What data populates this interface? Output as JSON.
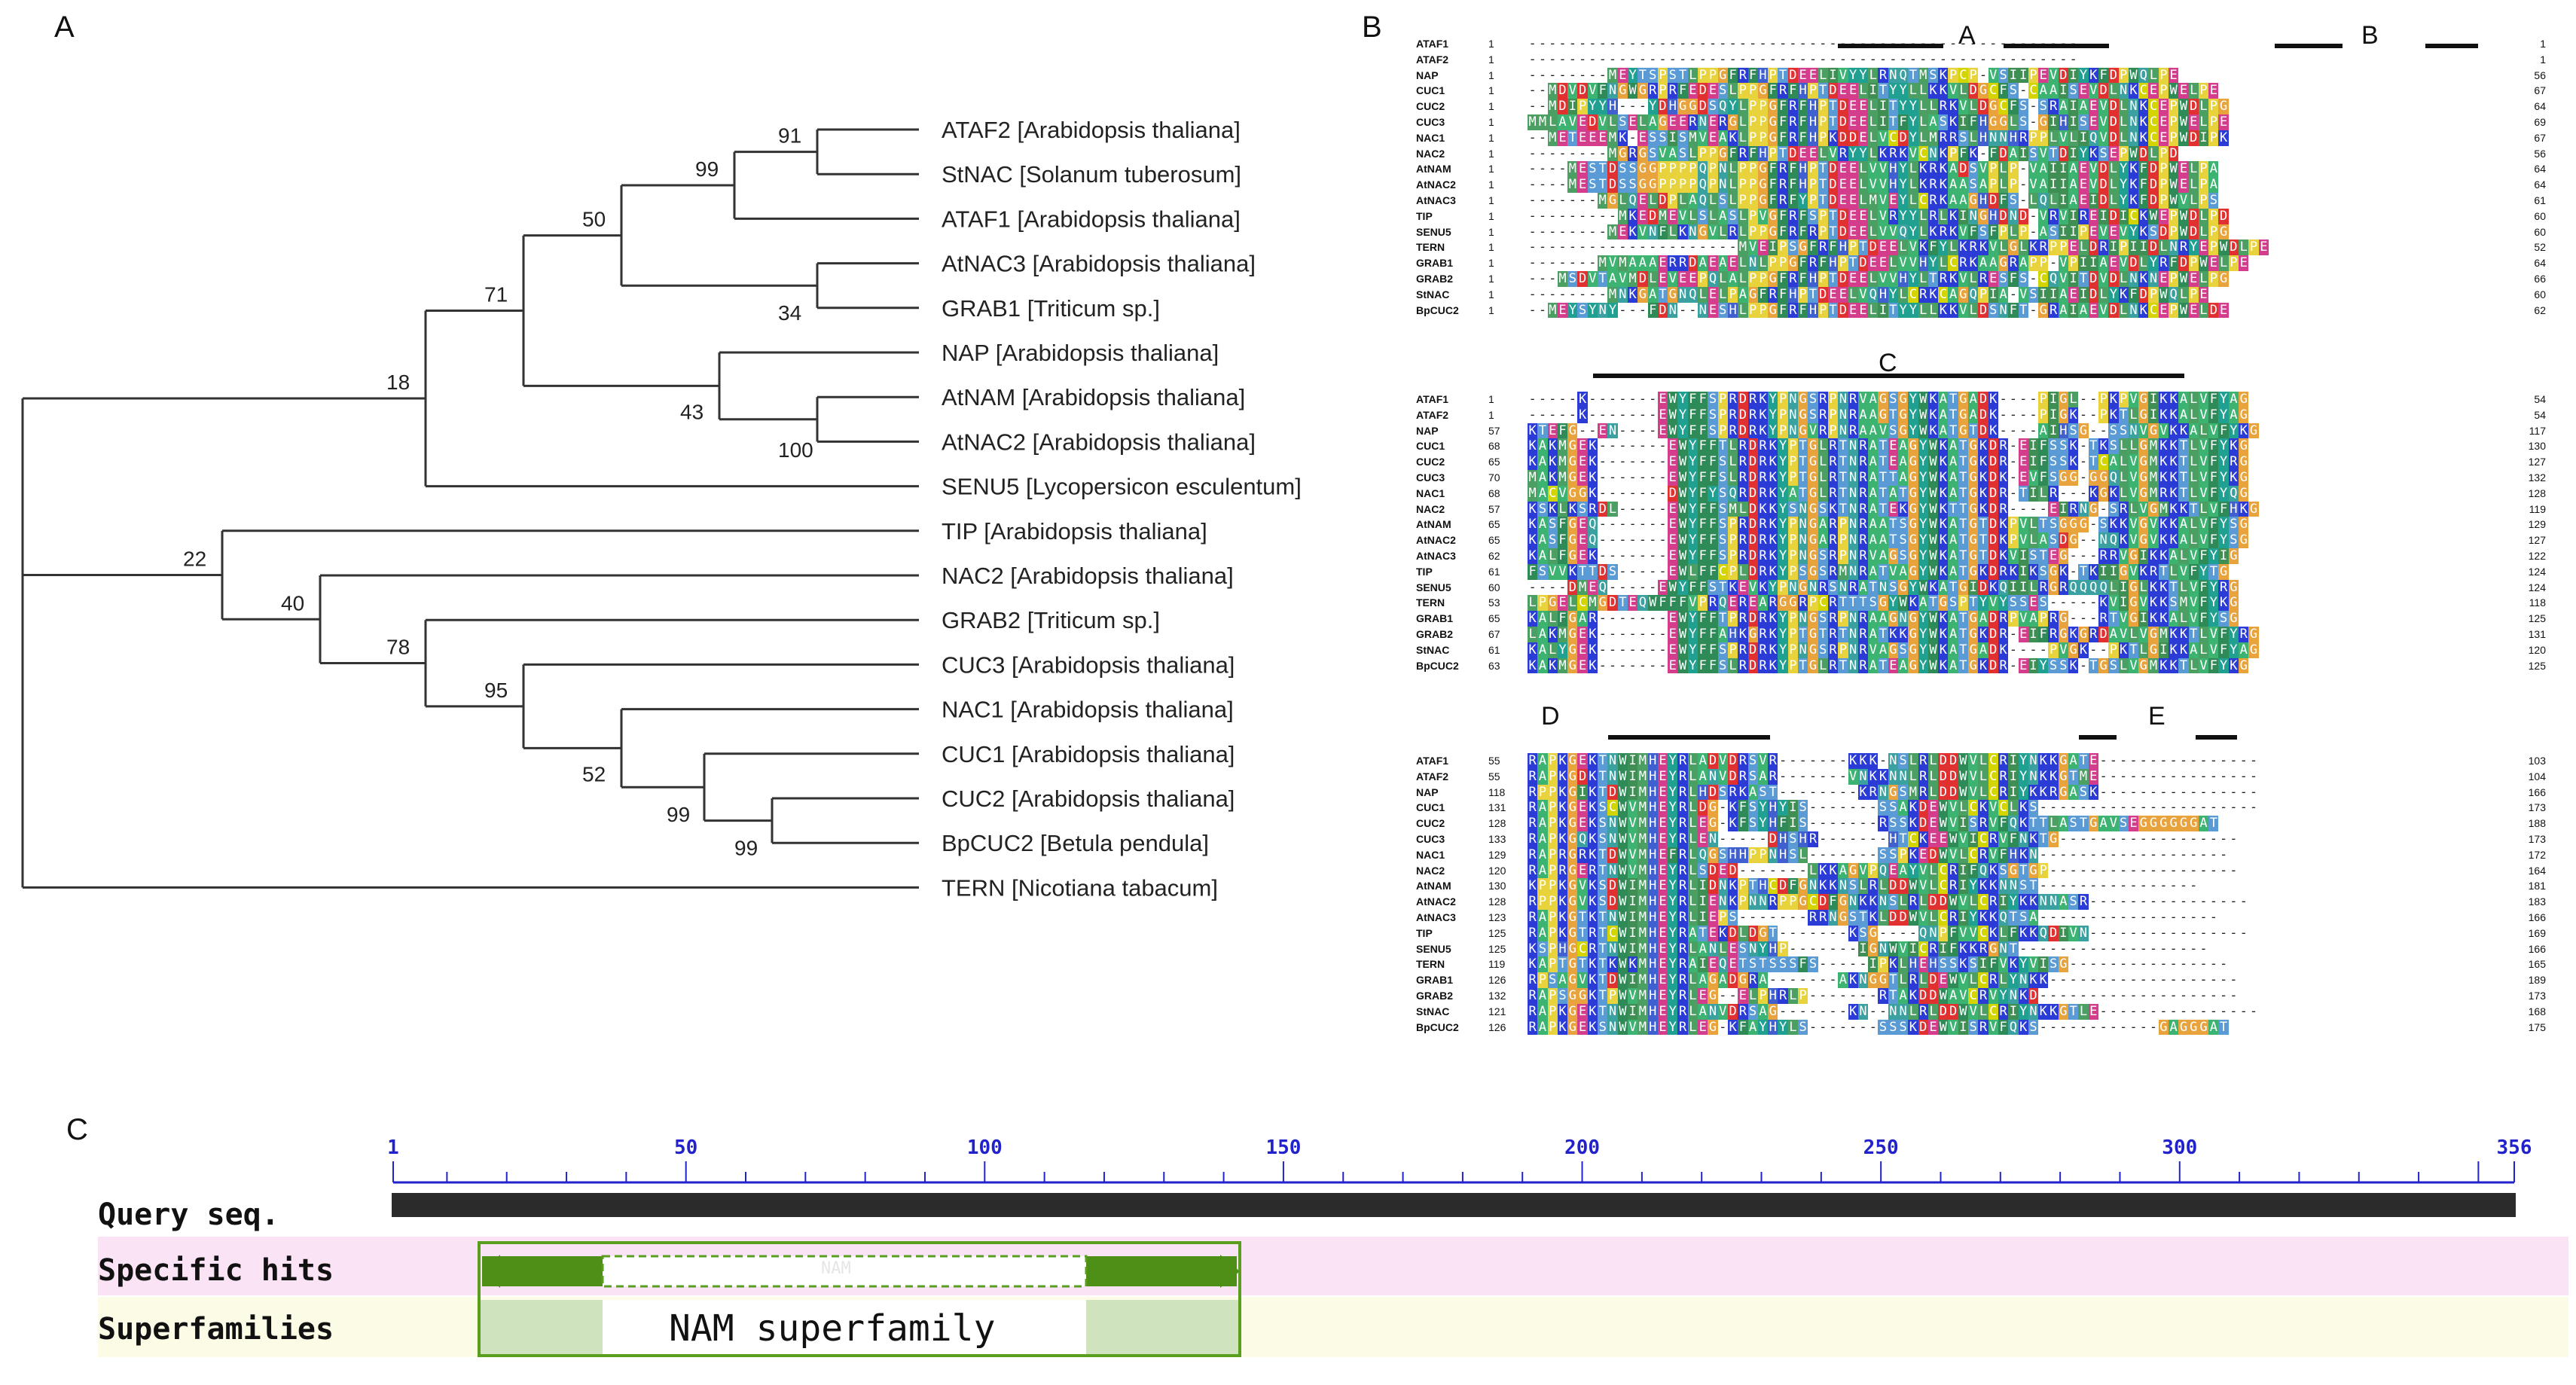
{
  "panels": {
    "a": "A",
    "b": "B",
    "c": "C"
  },
  "tree": {
    "leaves": [
      {
        "name": "ATAF2 [Arabidopsis thaliana]"
      },
      {
        "name": "StNAC [Solanum tuberosum]"
      },
      {
        "name": "ATAF1 [Arabidopsis thaliana]"
      },
      {
        "name": "AtNAC3 [Arabidopsis thaliana]"
      },
      {
        "name": "GRAB1 [Triticum sp.]"
      },
      {
        "name": "NAP [Arabidopsis thaliana]"
      },
      {
        "name": "AtNAM [Arabidopsis thaliana]"
      },
      {
        "name": "AtNAC2 [Arabidopsis thaliana]"
      },
      {
        "name": "SENU5 [Lycopersicon esculentum]"
      },
      {
        "name": "TIP [Arabidopsis thaliana]"
      },
      {
        "name": "NAC2 [Arabidopsis thaliana]"
      },
      {
        "name": "GRAB2 [Triticum sp.]"
      },
      {
        "name": "CUC3 [Arabidopsis thaliana]"
      },
      {
        "name": "NAC1 [Arabidopsis thaliana]"
      },
      {
        "name": "CUC1 [Arabidopsis thaliana]"
      },
      {
        "name": "CUC2 [Arabidopsis thaliana]"
      },
      {
        "name": "BpCUC2 [Betula pendula]"
      },
      {
        "name": "TERN [Nicotiana tabacum]"
      }
    ],
    "bootstraps": [
      "91",
      "99",
      "50",
      "34",
      "71",
      "18",
      "43",
      "100",
      "22",
      "40",
      "78",
      "95",
      "52",
      "99",
      "99"
    ]
  },
  "alignment": {
    "motif_labels": [
      "A",
      "B",
      "C",
      "D",
      "E"
    ],
    "blocks": [
      {
        "rows": [
          {
            "name": "ATAF1",
            "start": "1",
            "seq": "-------------------------------------------------------",
            "end": "1"
          },
          {
            "name": "ATAF2",
            "start": "1",
            "seq": "-------------------------------------------------------",
            "end": "1"
          },
          {
            "name": "NAP",
            "start": "1",
            "seq": "--------MEYTSPSTLPPGFRFHPTDEELIVYYLRNQTMSKPCP-VSIIPEVDIYKFDPWQLPE",
            "end": "56"
          },
          {
            "name": "CUC1",
            "start": "1",
            "seq": "--MDVDVFNGWGRPRFEDESLPPGFRFHPTDEELITYYLLKKVLDGCFS-CAAISEVDLNKCEPWELPE",
            "end": "67"
          },
          {
            "name": "CUC2",
            "start": "1",
            "seq": "--MDIPYYH---YDHGGDSQYLPPGFRFHPTDEELITYYLLRKVLDGCFS-SRAIAEVDLNKCEPWDLPG",
            "end": "64"
          },
          {
            "name": "CUC3",
            "start": "1",
            "seq": "MMLAVEDVLSELAGEERNERGLPPGFRFHPTDEELITFYLASKIFHGGLS-GIHISEVDLNKCEPWELPE",
            "end": "69"
          },
          {
            "name": "NAC1",
            "start": "1",
            "seq": "--METEEEMK-ESSISMVEAKLPPGFRFHPKDDELVCDYLMRRSLHNNHRPPLVLIQVDLNKCEPWDIPK",
            "end": "67"
          },
          {
            "name": "NAC2",
            "start": "1",
            "seq": "--------MGRGSVASLPPGFRFHPTDEELVRYYLKRKVCNKPFK-FDAISVTDIYKSEPWDLPD",
            "end": "56"
          },
          {
            "name": "AtNAM",
            "start": "1",
            "seq": "----MESTDSSGGPPPPQPNLPPGFRFHPTDEELVVHYLKRKADSVPLP-VAIIAEVDLYKFDPWELPA",
            "end": "64"
          },
          {
            "name": "AtNAC2",
            "start": "1",
            "seq": "----MESTDSSGGPPPPQPNLPPGFRFHPTDEELVVHYLKRKAASAPLP-VAIIAEVDLYKFDPWELPA",
            "end": "64"
          },
          {
            "name": "AtNAC3",
            "start": "1",
            "seq": "-------MGLQELDPLAQLSLPPGFRFYPTDEELMVEYLCRKAAGHDFS-LQLIAEIDLYKFDPWVLPS",
            "end": "61"
          },
          {
            "name": "TIP",
            "start": "1",
            "seq": "---------MKEDMEVLSLASLPVGFRFSPTDEELVRYYLRLKINGHDND-VRVIREIDICKWEPWDLPD",
            "end": "60"
          },
          {
            "name": "SENU5",
            "start": "1",
            "seq": "--------MEKVNFLKNGVLRLPPGFRFRPTDEELVVQYLKRKVFSFPLP-ASIIPEVEVYKSDPWDLPG",
            "end": "60"
          },
          {
            "name": "TERN",
            "start": "1",
            "seq": "---------------------MVEIPSGFRFHPTDEELVKFYLKRKVLGLKRPPELDRIPIIDLNRYEPWDLPE",
            "end": "52"
          },
          {
            "name": "GRAB1",
            "start": "1",
            "seq": "-------MVMAAAERRDAEAELNLPPGFRFHPTDEELVVHYLCRKAAGRAPP-VPIIAEVDLYRFDPWELPE",
            "end": "64"
          },
          {
            "name": "GRAB2",
            "start": "1",
            "seq": "---MSDVTAVMDLEVEEPQLALPPGFRFHPTDEELVVHYLTRKVLRESFS-CQVITDVDLNKNEPWELPG",
            "end": "66"
          },
          {
            "name": "StNAC",
            "start": "1",
            "seq": "--------MNKGATGNQLELPAGFRFHPTDEELVQHYLCRKCAGQPIA-VSIIAEIDLYKFDPWQLPE",
            "end": "60"
          },
          {
            "name": "BpCUC2",
            "start": "1",
            "seq": "--MEYSYNY---FDN--NESHLPPGFRFHPTDEELITYYLLKKVLDSNFT-GRAIAEVDLNKCEPWELDE",
            "end": "62"
          }
        ]
      },
      {
        "rows": [
          {
            "name": "ATAF1",
            "start": "1",
            "seq": "-----K-------EWYFFSPRDRKYPNGSRPNRVAGSGYWKATGADK----PIGL--PKPVGIKKALVFYAG",
            "end": "54"
          },
          {
            "name": "ATAF2",
            "start": "1",
            "seq": "-----K-------EWYFFSPRDRKYPNGSRPNRAAGTGYWKATGADK----PIGK--PKTLGIKKALVFYAG",
            "end": "54"
          },
          {
            "name": "NAP",
            "start": "57",
            "seq": "KTEFG--EN----EWYFFSPRDRKYPNGVRPNRAAVSGYWKATGTDK----AIHSG--SSNVGVKKALVFYKG",
            "end": "117"
          },
          {
            "name": "CUC1",
            "start": "68",
            "seq": "KAKMGEK-------EWYFFTLRDRKYPTGLRTNRATEAGYWKATGKDR-EIFSSK-TKSLLGMKKTLVFYKG",
            "end": "130"
          },
          {
            "name": "CUC2",
            "start": "65",
            "seq": "KAKMGEK-------EWYFFSLRDRKYPTGLRTNRATEAGYWKATGKDR-EIFSSK-TCALVGMKKTLVFYRG",
            "end": "127"
          },
          {
            "name": "CUC3",
            "start": "70",
            "seq": "MAKMGEK-------EWYFFSLRDRKYPTGLRTNRATTAGYWKATGKDK-EVFSGG-GGQLVGMKKTLVFYKG",
            "end": "132"
          },
          {
            "name": "NAC1",
            "start": "68",
            "seq": "MACVGGK-------DWYFYSQRDRKYATGLRTNRATATGYWKATGKDR-TILR---KGKLVGMRKTLVFYQG",
            "end": "128"
          },
          {
            "name": "NAC2",
            "start": "57",
            "seq": "KSKLKSRDL-----EWYFFSMLDKKYSNGSKTNRATEKGYWKTTGKDR----EIRNG-SRLVGMKKTLVFHKG",
            "end": "119"
          },
          {
            "name": "AtNAM",
            "start": "65",
            "seq": "KASFGEQ-------EWYFFSPRDRKYPNGARPNRAATSGYWKATGTDKPVLTSGGG-SKKVGVKKALVFYSG",
            "end": "129"
          },
          {
            "name": "AtNAC2",
            "start": "65",
            "seq": "KASFGEQ-------EWYFFSPRDRKYPNGARPNRAATSGYWKATGTDKPVLASDG--NQKVGVKKALVFYSG",
            "end": "127"
          },
          {
            "name": "AtNAC3",
            "start": "62",
            "seq": "KALFGEK-------EWYFFSPRDRKYPNGSRPNRVAGSGYWKATGTDKVISTEG---RRVGIKKALVFYIG",
            "end": "122"
          },
          {
            "name": "TIP",
            "start": "61",
            "seq": "FSVVKTTDS-----EWLFFCPLDRKYPSGSRMNRATVAGYWKATGKDRKIKSGK-TKIIGVKRTLVFYTG",
            "end": "124"
          },
          {
            "name": "SENU5",
            "start": "60",
            "seq": "----DMEQ-----EWYFFSTKEVKYPNGNRSNRATNSGYWKATGIDKQIILRGRQQQQLIGLKKTLVFYRG",
            "end": "124"
          },
          {
            "name": "TERN",
            "start": "53",
            "seq": "LPGELCMGDTEQWFFFVPRQEREARGGRPCRTTTSGYWKATGSPTYVYSSES-----KVIGVKKSMVFYKG",
            "end": "118"
          },
          {
            "name": "GRAB1",
            "start": "65",
            "seq": "KALFGAR-------EWYFFTPRDRKYPNGSRPNRAAGNGYWKATGADRPVAPRG---RTVGIKKALVFYSG",
            "end": "125"
          },
          {
            "name": "GRAB2",
            "start": "67",
            "seq": "LAKMGEK-------EWYFFAHKGRKYPTGTRTNRATKKGYWKATGKDR-EIFRGKGRDAVLVGMKKTLVFYRG",
            "end": "131"
          },
          {
            "name": "StNAC",
            "start": "61",
            "seq": "KALYGEK-------EWYFFSPRDRKYPNGSRPNRVAGSGYWKATGADK----PVGK--PKTLGIKKALVFYAG",
            "end": "120"
          },
          {
            "name": "BpCUC2",
            "start": "63",
            "seq": "KAKMGEK-------EWYFFSLRDRKYPTGLRTNRATEAGYWKATGKDR-EIYSSK-TGSLVGMKKTLVFYKG",
            "end": "125"
          }
        ]
      },
      {
        "rows": [
          {
            "name": "ATAF1",
            "start": "55",
            "seq": "RAPKGEKTNWIMHEYRLADVDRSVR-------KKK-NSLRLDDWVLCRIYNKKGATE----------------",
            "end": "103"
          },
          {
            "name": "ATAF2",
            "start": "55",
            "seq": "RAPKGDKTNWIMHEYRLANVDRSAR-------VNKKNNLRLDDWVLCRIYNKKGTME----------------",
            "end": "104"
          },
          {
            "name": "NAP",
            "start": "118",
            "seq": "RPPKGIKTDWIMHEYRLHDSRKAST--------KRNGSMRLDDWVLCRIYKKRGASK----------------",
            "end": "166"
          },
          {
            "name": "CUC1",
            "start": "131",
            "seq": "RAPKGEKSCWVMHEYRLDG-KFSYHYIS-------SSAKDEWVLCKVCLKS----------------------",
            "end": "173"
          },
          {
            "name": "CUC2",
            "start": "128",
            "seq": "RAPKGEKSNWVMHEYRLEG-KFSYHFIS-------RSSKDEWVISRVFQKTTLASTGAVSEGGGGGGAT",
            "end": "188"
          },
          {
            "name": "CUC3",
            "start": "133",
            "seq": "RAPKGQKSNWVMHEYRLEN-----DHSHR-------HTCKEEWVICRVFNKTG------------------",
            "end": "173"
          },
          {
            "name": "NAC1",
            "start": "129",
            "seq": "RAPRGRKTDWVMHEFRLQGSHHPPNHSL-------SSPKEDWVLCRVFHKN-------------------",
            "end": "172"
          },
          {
            "name": "NAC2",
            "start": "120",
            "seq": "RAPRGERTNWVMHEYRLSDED-------LKKAGVPQEAYVLCRIFQKSGTGP-------------------",
            "end": "164"
          },
          {
            "name": "AtNAM",
            "start": "130",
            "seq": "KPPKGVKSDWIMHEYRLIDNKPTHCDFGNKKNSLRLDDWVLCRIYKKNNST----------------",
            "end": "181"
          },
          {
            "name": "AtNAC2",
            "start": "128",
            "seq": "RPPKGVKSDWIMHEYRLIENKPNNRPPGCDFGNKKNSLRLDDWVLCRIYKKNNASR----------------",
            "end": "183"
          },
          {
            "name": "AtNAC3",
            "start": "123",
            "seq": "RAPKGTKTNWIMHEYRLIEPS-------RRNGSTKLDDWVLCRIYKKQTSA------------------",
            "end": "166"
          },
          {
            "name": "TIP",
            "start": "125",
            "seq": "RAPKGTRTCWIMHEYRATEKDLDGT-------KSG----QNPFVVCKLFKKQDIVN----------------",
            "end": "169"
          },
          {
            "name": "SENU5",
            "start": "125",
            "seq": "KSPHGCRTNWIMHEYRLANLESNYHP-------IGNWVICRIFKKRGNT-------------------",
            "end": "166"
          },
          {
            "name": "TERN",
            "start": "119",
            "seq": "KAPTGTKTKWKMHEYRAIEQETSTSSSFS-----IPKLHEHSSKSIFVKYVISG----------------",
            "end": "165"
          },
          {
            "name": "GRAB1",
            "start": "126",
            "seq": "RPSAGVKTDWIMHEYRLAGADGRA-------AKNGGTLRLDEWVLCRLYNKK-------------------",
            "end": "189"
          },
          {
            "name": "GRAB2",
            "start": "132",
            "seq": "RAPSGGKTPWVMHEYRLEG--ELPHRLP-------RTAKDDWAVCRVYNKD--------------------",
            "end": "173"
          },
          {
            "name": "StNAC",
            "start": "121",
            "seq": "RAPKGEKTNWIMHEYRLANVDRSAG-------KN--NNLRLDDWVLCRIYNKKGTLE----------------",
            "end": "168"
          },
          {
            "name": "BpCUC2",
            "start": "126",
            "seq": "RAPKGEKSNWVMHEYRLEG-KFAYHYLS-------SSSKDEWVISRVFQKS------------GAGGGAT",
            "end": "175"
          }
        ]
      }
    ]
  },
  "domain_graphic": {
    "ruler_ticks": [
      "1",
      "50",
      "100",
      "150",
      "200",
      "250",
      "300",
      "356"
    ],
    "row_labels": [
      "Query seq.",
      "Specific hits",
      "Superfamilies"
    ],
    "specific_hit_label": "NAM",
    "superfamily_label": "NAM superfamily"
  },
  "colors": {
    "A": "#3cb371",
    "G": "#e8a33d",
    "P": "#e8d33d",
    "C": "#d4d400",
    "S": "#5b9bd5",
    "T": "#5b9bd5",
    "N": "#3aa0a0",
    "Q": "#3aa0a0",
    "D": "#e03030",
    "E": "#d43c8c",
    "K": "#2a3bd6",
    "R": "#2a3bd6",
    "H": "#4060d0",
    "F": "#2e8b57",
    "W": "#2e8b57",
    "Y": "#20a090",
    "V": "#3cb371",
    "L": "#4c9f63",
    "I": "#3f8f55",
    "M": "#4c9f63",
    "pink_band": "#fbe3f6",
    "cream_band": "#fbfbe6",
    "green_domain": "#5a9e1e",
    "ruler": "#2222cc"
  }
}
